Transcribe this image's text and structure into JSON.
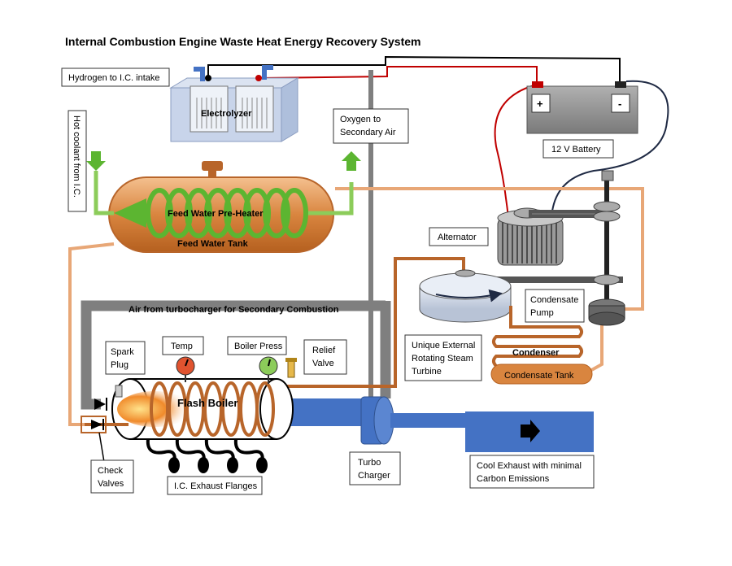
{
  "title": "Internal Combustion Engine Waste Heat Energy Recovery System",
  "labels": {
    "hydrogen": "Hydrogen to I.C. intake",
    "electrolyzer": "Electrolyzer",
    "oxygen_l1": "Oxygen to",
    "oxygen_l2": "Secondary Air",
    "hot_coolant": "Hot coolant from I.C.",
    "battery": "12 V Battery",
    "battery_plus": "+",
    "battery_minus": "-",
    "preheater": "Feed Water Pre-Heater",
    "feed_tank": "Feed Water Tank",
    "alternator": "Alternator",
    "condensate_pump_l1": "Condensate",
    "condensate_pump_l2": "Pump",
    "air_turbo": "Air from turbocharger for Secondary Combustion",
    "spark_l1": "Spark",
    "spark_l2": "Plug",
    "temp": "Temp",
    "boiler_press": "Boiler Press",
    "relief_l1": "Relief",
    "relief_l2": "Valve",
    "turbine_l1": "Unique External",
    "turbine_l2": "Rotating Steam",
    "turbine_l3": "Turbine",
    "condenser": "Condenser",
    "condensate_tank": "Condensate Tank",
    "flash_boiler": "Flash Boiler",
    "turbo_l1": "Turbo",
    "turbo_l2": "Charger",
    "cool_l1": "Cool Exhaust with minimal",
    "cool_l2": "Carbon Emissions",
    "check_l1": "Check",
    "check_l2": "Valves",
    "exhaust_flanges": "I.C. Exhaust Flanges"
  },
  "colors": {
    "copper": "#b8652a",
    "light_copper": "#e8a777",
    "gray_pipe": "#7f7f7f",
    "exhaust_blue": "#4472c4",
    "coolant_green": "#8ccc5a",
    "coil_green": "#5cb531",
    "tank_orange": "#d9853f",
    "wire_red": "#c00000",
    "wire_dark": "#1f2a44",
    "battery_gray": "#8c8c8c"
  }
}
